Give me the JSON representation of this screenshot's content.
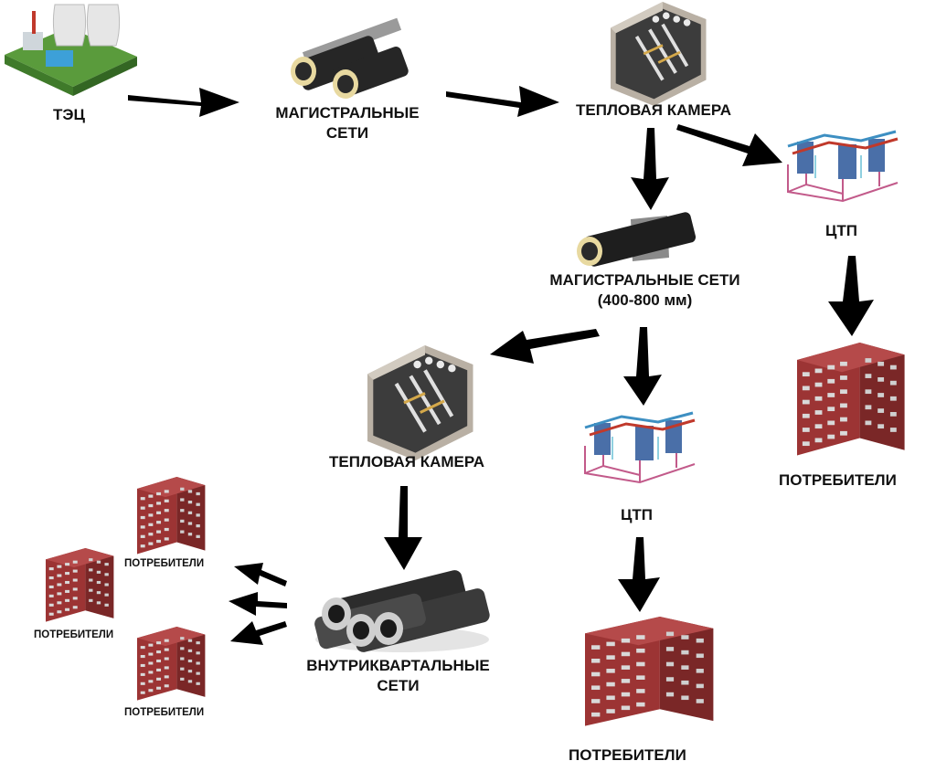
{
  "nodes": {
    "tec": "ТЭЦ",
    "main_networks_1": [
      "МАГИСТРАЛЬНЫЕ",
      "СЕТИ"
    ],
    "heat_chamber_1": "ТЕПЛОВАЯ КАМЕРА",
    "ctp_1": "ЦТП",
    "main_networks_2": [
      "МАГИСТРАЛЬНЫЕ СЕТИ",
      "(400-800 мм)"
    ],
    "consumers_right": "ПОТРЕБИТЕЛИ",
    "heat_chamber_2": "ТЕПЛОВАЯ КАМЕРА",
    "ctp_2": "ЦТП",
    "intra_block_networks": [
      "ВНУТРИКВАРТАЛЬНЫЕ",
      "СЕТИ"
    ],
    "consumers_bottom": "ПОТРЕБИТЕЛИ",
    "consumers_small_top": "ПОТРЕБИТЕЛИ",
    "consumers_small_mid": "ПОТРЕБИТЕЛИ",
    "consumers_small_bottom": "ПОТРЕБИТЕЛИ"
  },
  "colors": {
    "arrow": "#000000",
    "brick": "#a23a3a",
    "brick_dark": "#7d2a2a",
    "pipe": "#2b2b2b"
  },
  "icons": [
    "power-plant-icon",
    "pipe-icon",
    "heat-chamber-icon",
    "ctp-unit-icon",
    "apartment-building-icon",
    "pipe-bundle-icon"
  ]
}
